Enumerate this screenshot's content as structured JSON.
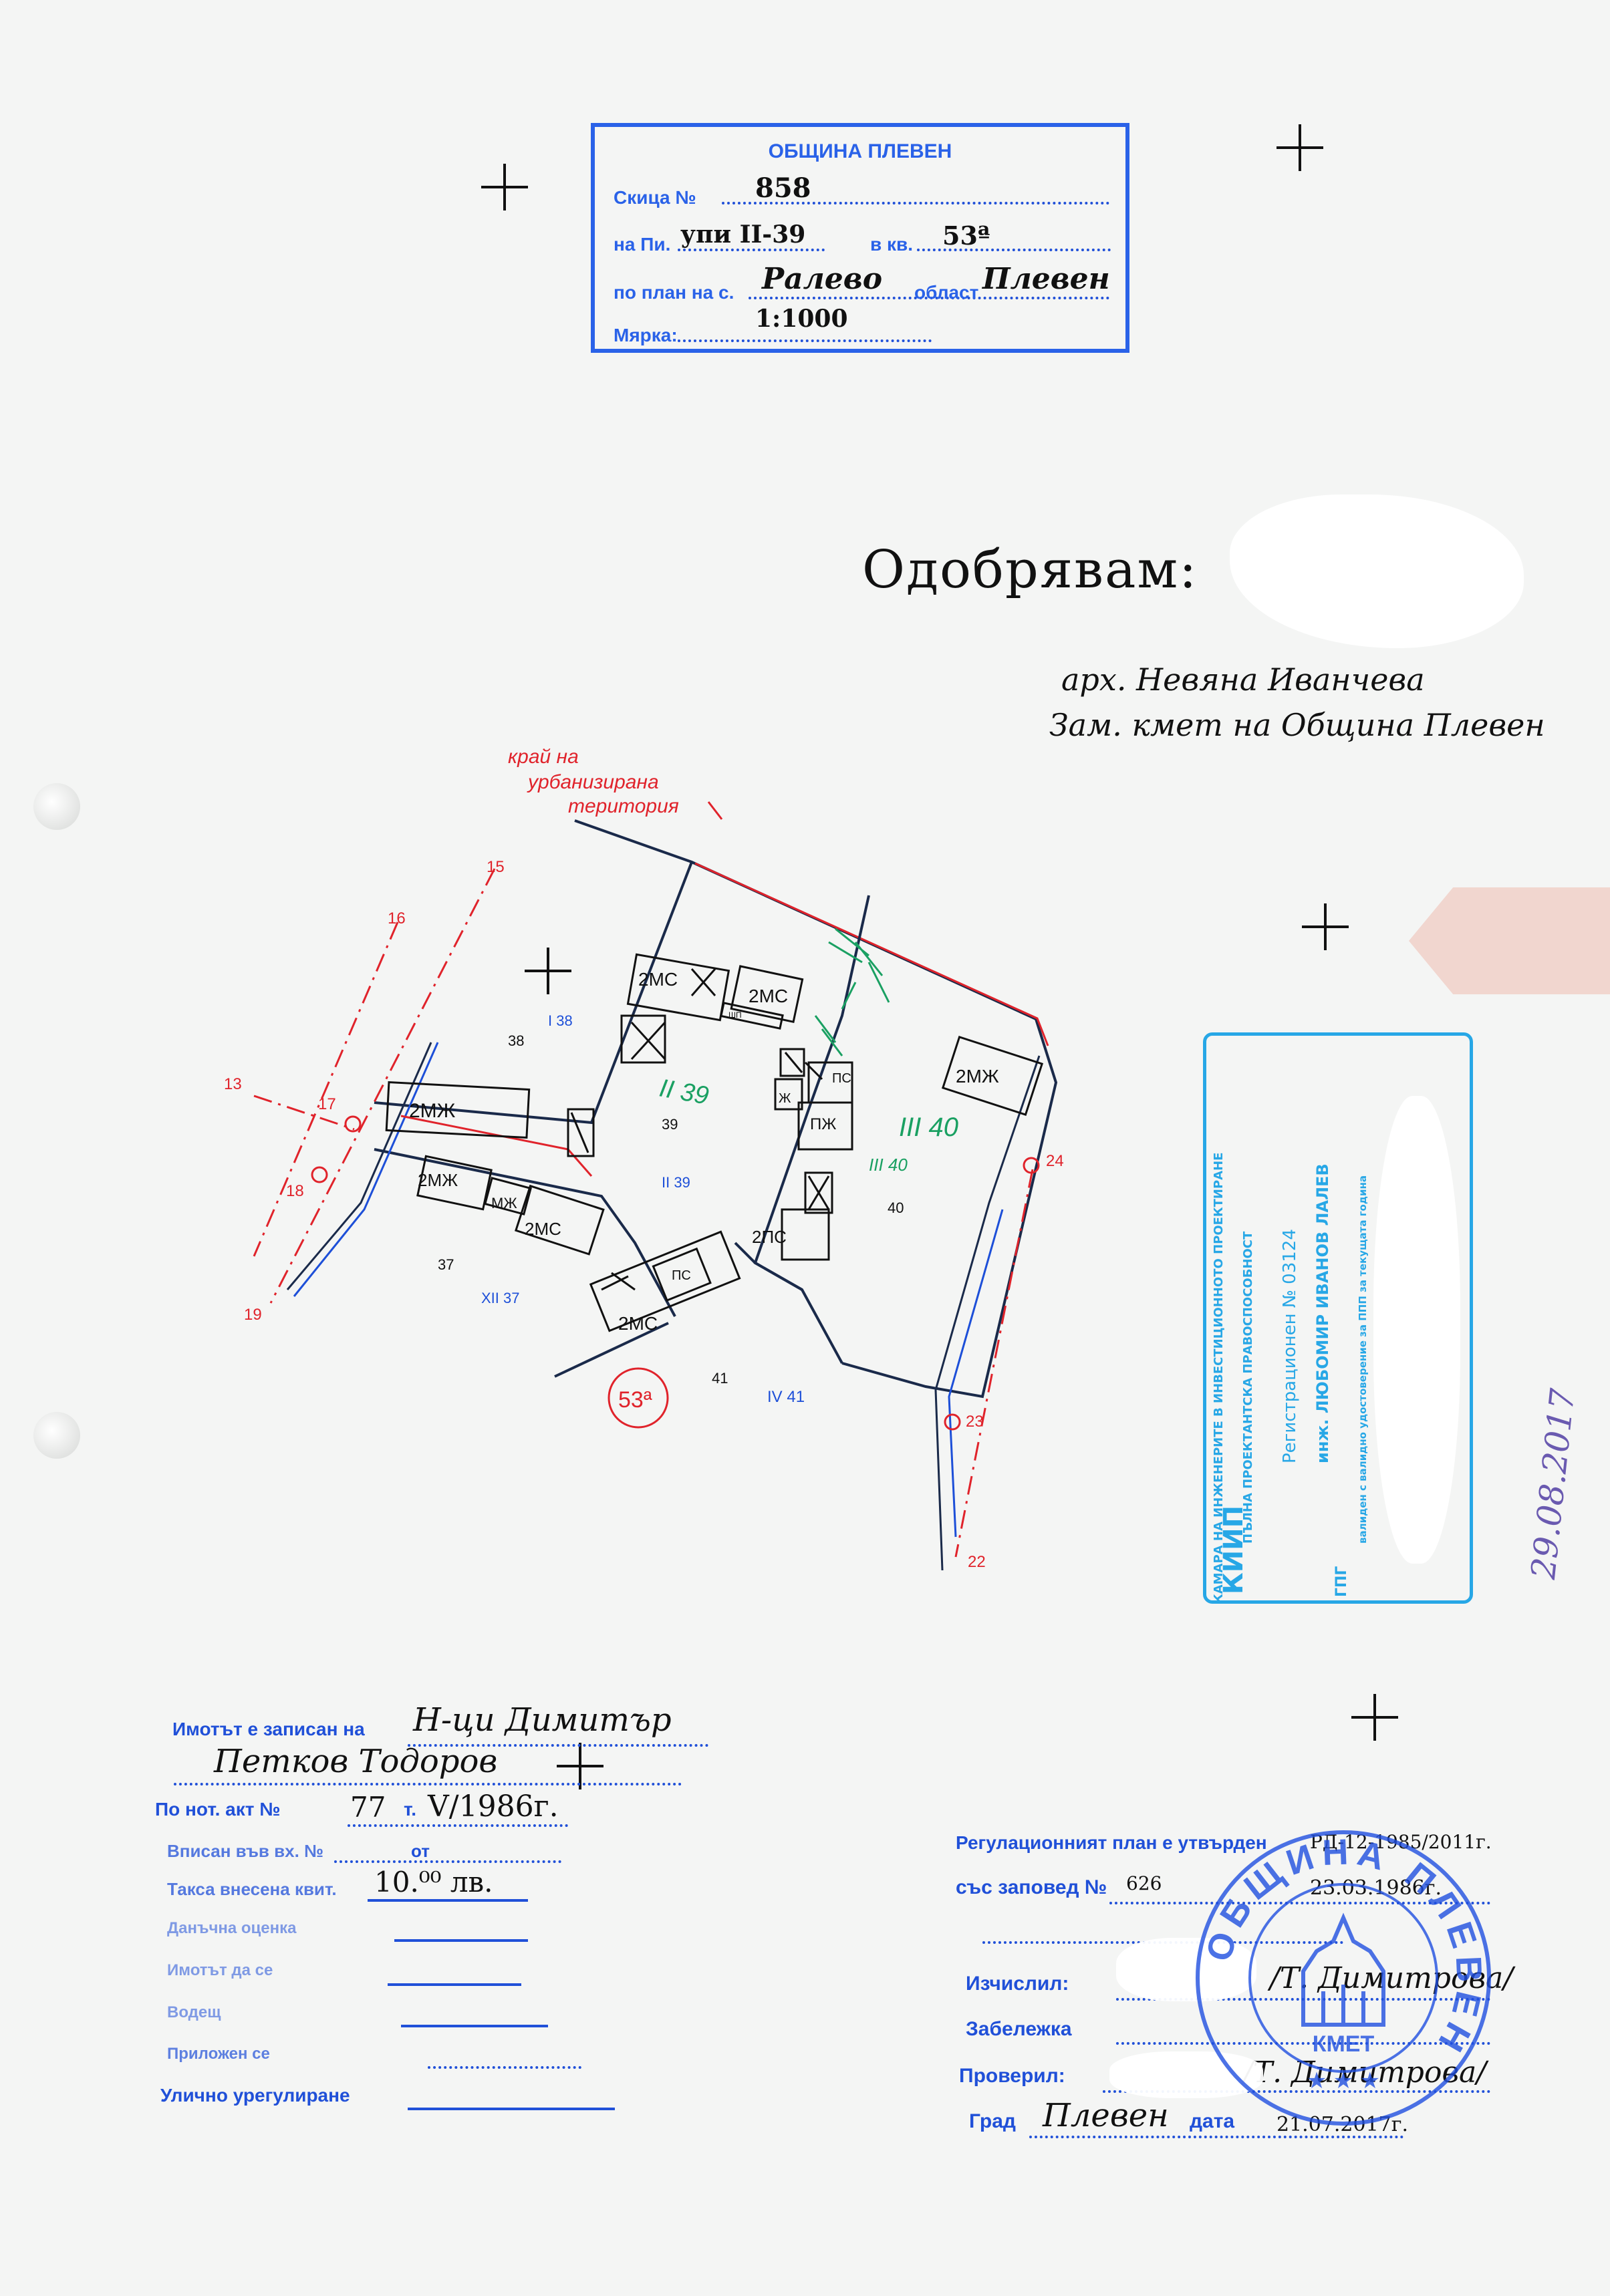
{
  "stamp_top": {
    "title": "ОБЩИНА ПЛЕВЕН",
    "row1_label": "Скица №",
    "row1_value": "858",
    "row2_label": "на Пи.",
    "row2_value": "упи II-39",
    "row2_mid": "в кв.",
    "row2_value2": "53ª",
    "row3_label": "по план на с.",
    "row3_value": "Ралево",
    "row3_mid": "област",
    "row3_value2": "Плевен",
    "row4_label": "Мярка:",
    "row4_value": "1:1000"
  },
  "approval": {
    "word": "Одобрявам:",
    "name": "арх. Невяна Иванчева",
    "position": "Зам. кмет на Община Плевен"
  },
  "plan": {
    "red_note_1": "край на",
    "red_note_2": "урбанизирана",
    "red_note_3": "територия",
    "points": [
      "15",
      "16",
      "13",
      "17",
      "18",
      "19",
      "24",
      "23",
      "22"
    ],
    "plots": [
      "38",
      "39",
      "40",
      "37",
      "41"
    ],
    "plot_blue": [
      "I 38",
      "II 39",
      "XII 37",
      "IV 41"
    ],
    "buildings": [
      "2МС",
      "2МС",
      "2МЖ",
      "2МЖ",
      "МЖ",
      "2МС",
      "2МС",
      "2ПС",
      "2МЖ",
      "ПС",
      "ПЖ",
      "Ж",
      "ПС",
      "ШП"
    ],
    "green_1": "II 39",
    "green_2": "III 40",
    "green_3": "III 40",
    "block": "53ª"
  },
  "stamp_right": {
    "org": "КАМАРА НА ИНЖЕНЕРИТЕ В ИНВЕСТИЦИОННОТО ПРОЕКТИРАНЕ",
    "caption": "ПЪЛНА ПРОЕКТАНТСКА ПРАВОСПОСОБНОСТ",
    "reg": "Регистрационен № 03124",
    "name": "инж. ЛЮБОМИР ИВАНОВ ЛАЛЕВ",
    "valid": "валиден с валидно удостоверение за ППП за текущата година",
    "logo": "КИИП",
    "section": "ГПГ",
    "date_hand": "29.08.2017"
  },
  "bottom_left": {
    "l1_label": "Имотът е записан на",
    "l1_value": "Н-ци Димитър",
    "l2_value": "Петков Тодоров",
    "l3_label": "По нот. акт №",
    "l3_value": "77",
    "l3_mid": "т.",
    "l3_value2": "V/1986г.",
    "l4_label": "Вписан във вх. №",
    "l4_mid": "от",
    "l5_label": "Такса внесена квит.",
    "l5_value": "10.⁰⁰ лв.",
    "l6_label": "Данъчна оценка",
    "l7_label": "Имотът да се",
    "l8_label": "Водещ",
    "l9_label": "Приложен се",
    "l10_label": "Улично урегулиране"
  },
  "bottom_right": {
    "l1_label": "Регулационният план е утвърден",
    "l1_value": "РД-12-1985/2011г.",
    "l2_label": "със заповед №",
    "l2_value": "626",
    "l2_value2": "23.03.1986г.",
    "l3_label": "Изчислил:",
    "l3_value": "/Т. Димитрова/",
    "l4_label": "Забележка",
    "l5_label": "Проверил:",
    "l5_value": "/Т. Димитрова/",
    "l6_label": "Град",
    "l6_value": "Плевен",
    "l6_mid": "дата",
    "l6_value2": "21.07.2017г."
  },
  "seal": {
    "ring": "ОБЩИНА ПЛЕВЕН",
    "center": "КМЕТ"
  }
}
